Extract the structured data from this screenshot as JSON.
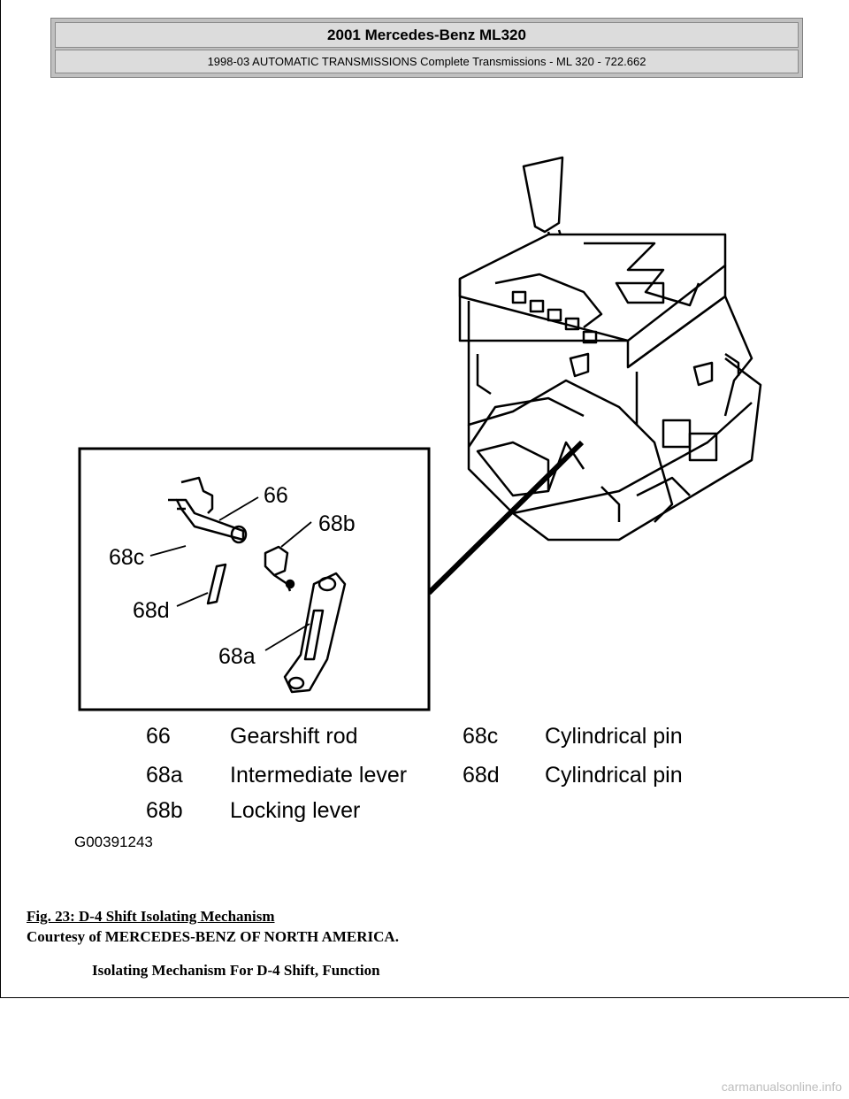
{
  "header": {
    "title": "2001 Mercedes-Benz ML320",
    "subtitle": "1998-03 AUTOMATIC TRANSMISSIONS Complete Transmissions - ML 320 - 722.662"
  },
  "figure": {
    "callouts": [
      "66",
      "68b",
      "68c",
      "68d",
      "68a"
    ],
    "legend": [
      {
        "code": "66",
        "name": "Gearshift rod"
      },
      {
        "code": "68a",
        "name": "Intermediate lever"
      },
      {
        "code": "68b",
        "name": "Locking lever"
      },
      {
        "code": "68c",
        "name": "Cylindrical pin"
      },
      {
        "code": "68d",
        "name": "Cylindrical pin"
      }
    ],
    "figure_code": "G00391243"
  },
  "caption": "Fig. 23: D-4 Shift Isolating Mechanism",
  "courtesy": "Courtesy of MERCEDES-BENZ OF NORTH AMERICA.",
  "section_heading": "Isolating Mechanism For D-4 Shift, Function",
  "watermark": "carmanualsonline.info"
}
